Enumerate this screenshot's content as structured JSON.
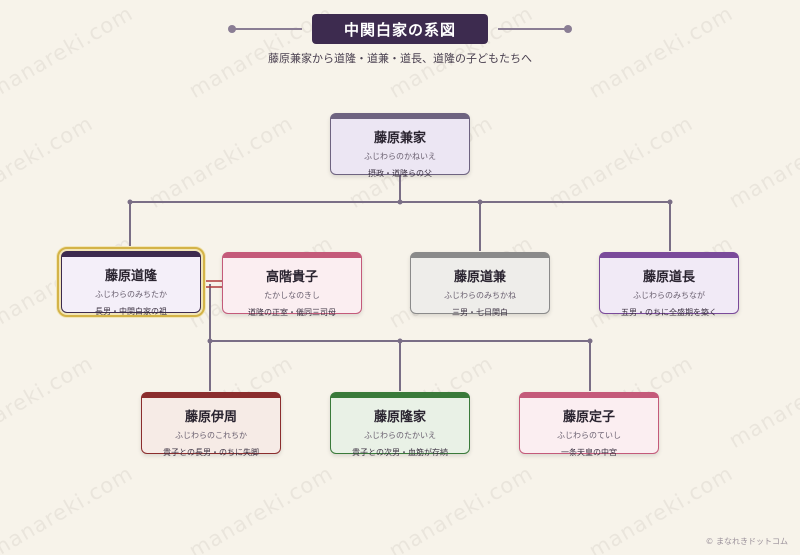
{
  "title": "中関白家の系図",
  "subtitle": "藤原兼家から道隆・道兼・道長、道隆の子どもたちへ",
  "watermark": "manareki.com",
  "footer": "© まなれきドットコム",
  "colors": {
    "title_bg": "#3d2b4f",
    "line": "#7a6e86",
    "spouse_line": "#b03a3a",
    "highlight": "#d4b348"
  },
  "nodes": {
    "kaneie": {
      "name": "藤原兼家",
      "reading": "ふじわらのかねいえ",
      "desc": "摂政・道隆らの父"
    },
    "michitaka": {
      "name": "藤原道隆",
      "reading": "ふじわらのみちたか",
      "desc": "長男・中関白家の祖"
    },
    "takako": {
      "name": "高階貴子",
      "reading": "たかしなのきし",
      "desc": "道隆の正室・儀同三司母"
    },
    "michikane": {
      "name": "藤原道兼",
      "reading": "ふじわらのみちかね",
      "desc": "三男・七日関白"
    },
    "michinaga": {
      "name": "藤原道長",
      "reading": "ふじわらのみちなが",
      "desc": "五男・のちに全盛期を築く"
    },
    "korechika": {
      "name": "藤原伊周",
      "reading": "ふじわらのこれちか",
      "desc": "貴子との長男・のちに失脚"
    },
    "takaie": {
      "name": "藤原隆家",
      "reading": "ふじわらのたかいえ",
      "desc": "貴子との次男・血筋が存続"
    },
    "teishi": {
      "name": "藤原定子",
      "reading": "ふじわらのていし",
      "desc": "一条天皇の中宮"
    }
  }
}
